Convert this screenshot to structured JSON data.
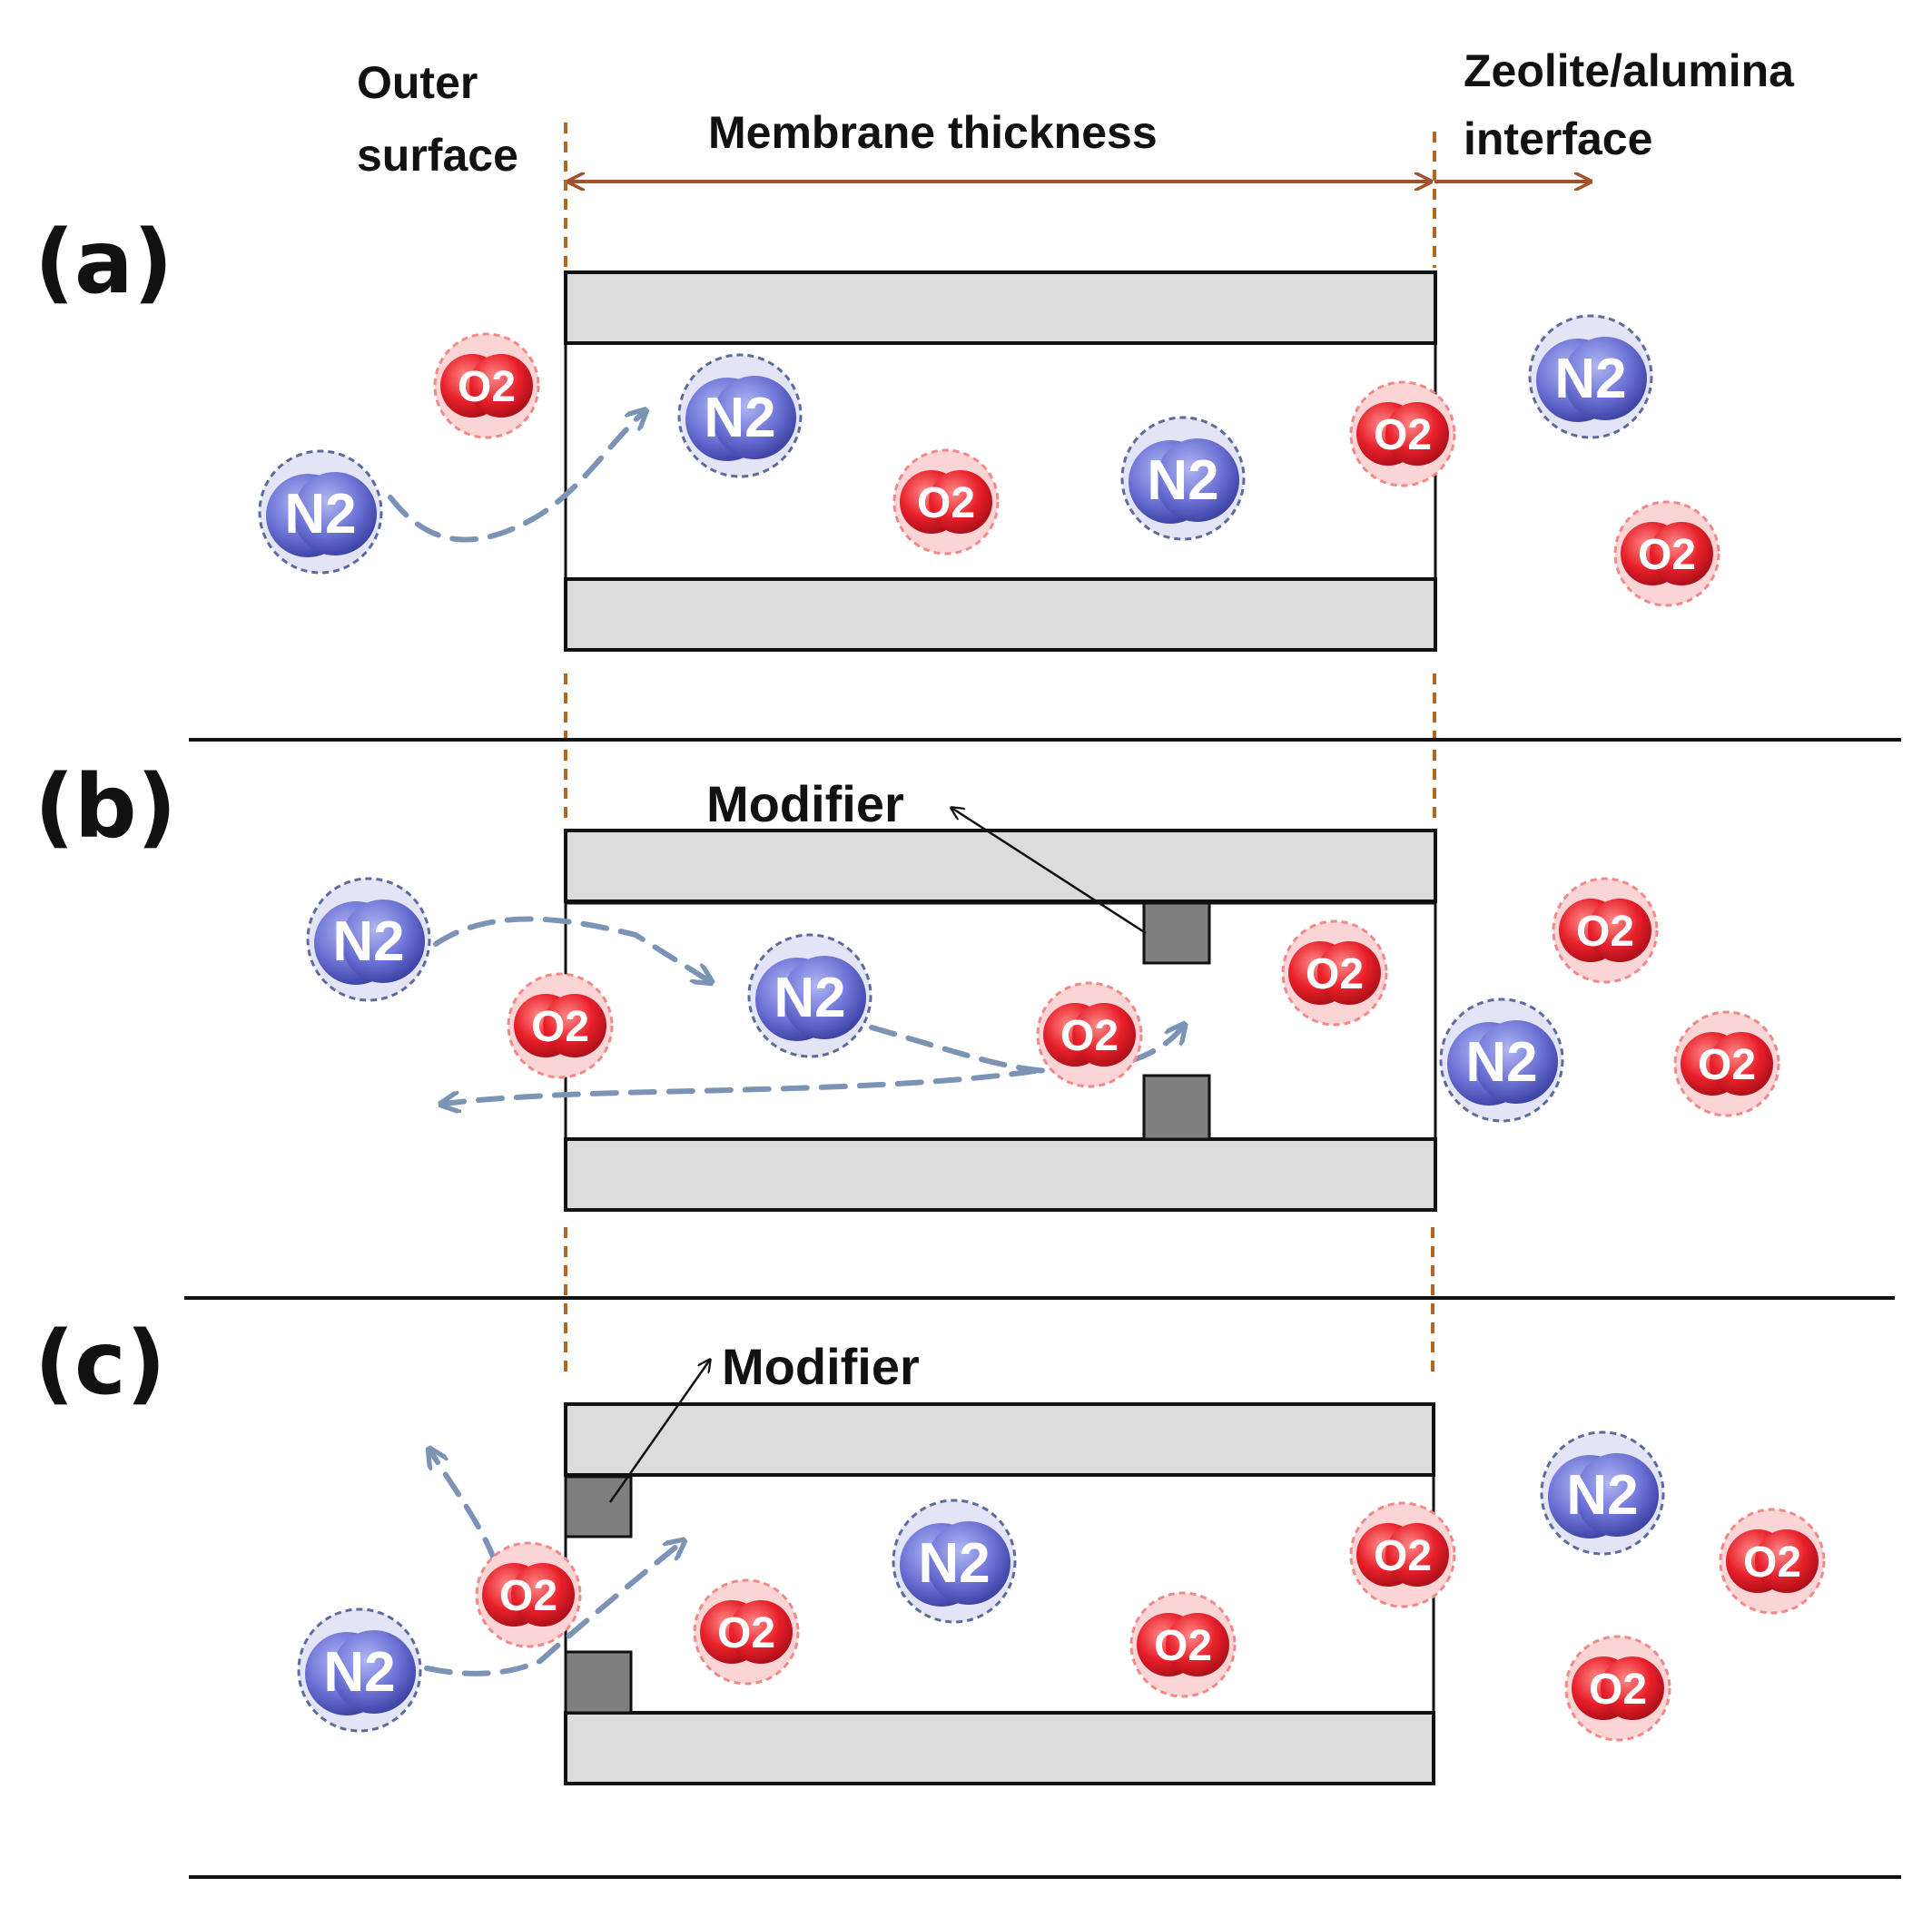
{
  "header": {
    "outer_surface_line1": "Outer",
    "outer_surface_line2": "surface",
    "membrane_thickness": "Membrane thickness",
    "interface_line1": "Zeolite/alumina",
    "interface_line2": "interface"
  },
  "panels": [
    {
      "label": "(a)"
    },
    {
      "label": "(b)",
      "modifier_label": "Modifier"
    },
    {
      "label": "(c)",
      "modifier_label": "Modifier"
    }
  ],
  "molecules": {
    "n2_text": "N2",
    "o2_text": "O2",
    "n2_color": "#6d74d6",
    "o2_color": "#e8202a"
  },
  "colors": {
    "wall": "#dcdcdc",
    "modifier": "#7f7f7f",
    "boundary": "#b5651d",
    "arrow": "#7b93b5"
  }
}
